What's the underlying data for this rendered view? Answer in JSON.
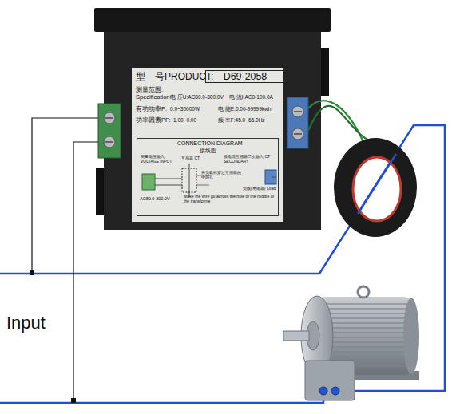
{
  "diagram": {
    "nodes": [
      {
        "text": [
          "型　号PRODUCT:",
          "D69-2058",
          "测量范围:",
          "Specification:",
          "电 压U:AC80.0-300.0V",
          "电 流I:AC0-100.0A",
          "有功功率P:",
          "0.0~30000W",
          "电 能E:0.00-99999kwh",
          "功率因素PF:",
          "1.00~0.00",
          "频 率F:45.0~65.0Hz"
        ]
      },
      {
        "text": [
          "CONNECTION DIAGRAM",
          "接线图",
          "测量电压输入 VOLTAGE INPUT",
          "互感器 CT",
          "接电流互感器二次输入 CT SECONDARY",
          "将负载线穿过互感器的中间孔",
          "负载(用电器) Load",
          "AC80.0-300.0V",
          "Make the wire go across the hole of the middle of the transforme"
        ],
        "in": 0
      }
    ],
    "labels": [
      "Input"
    ]
  }
}
